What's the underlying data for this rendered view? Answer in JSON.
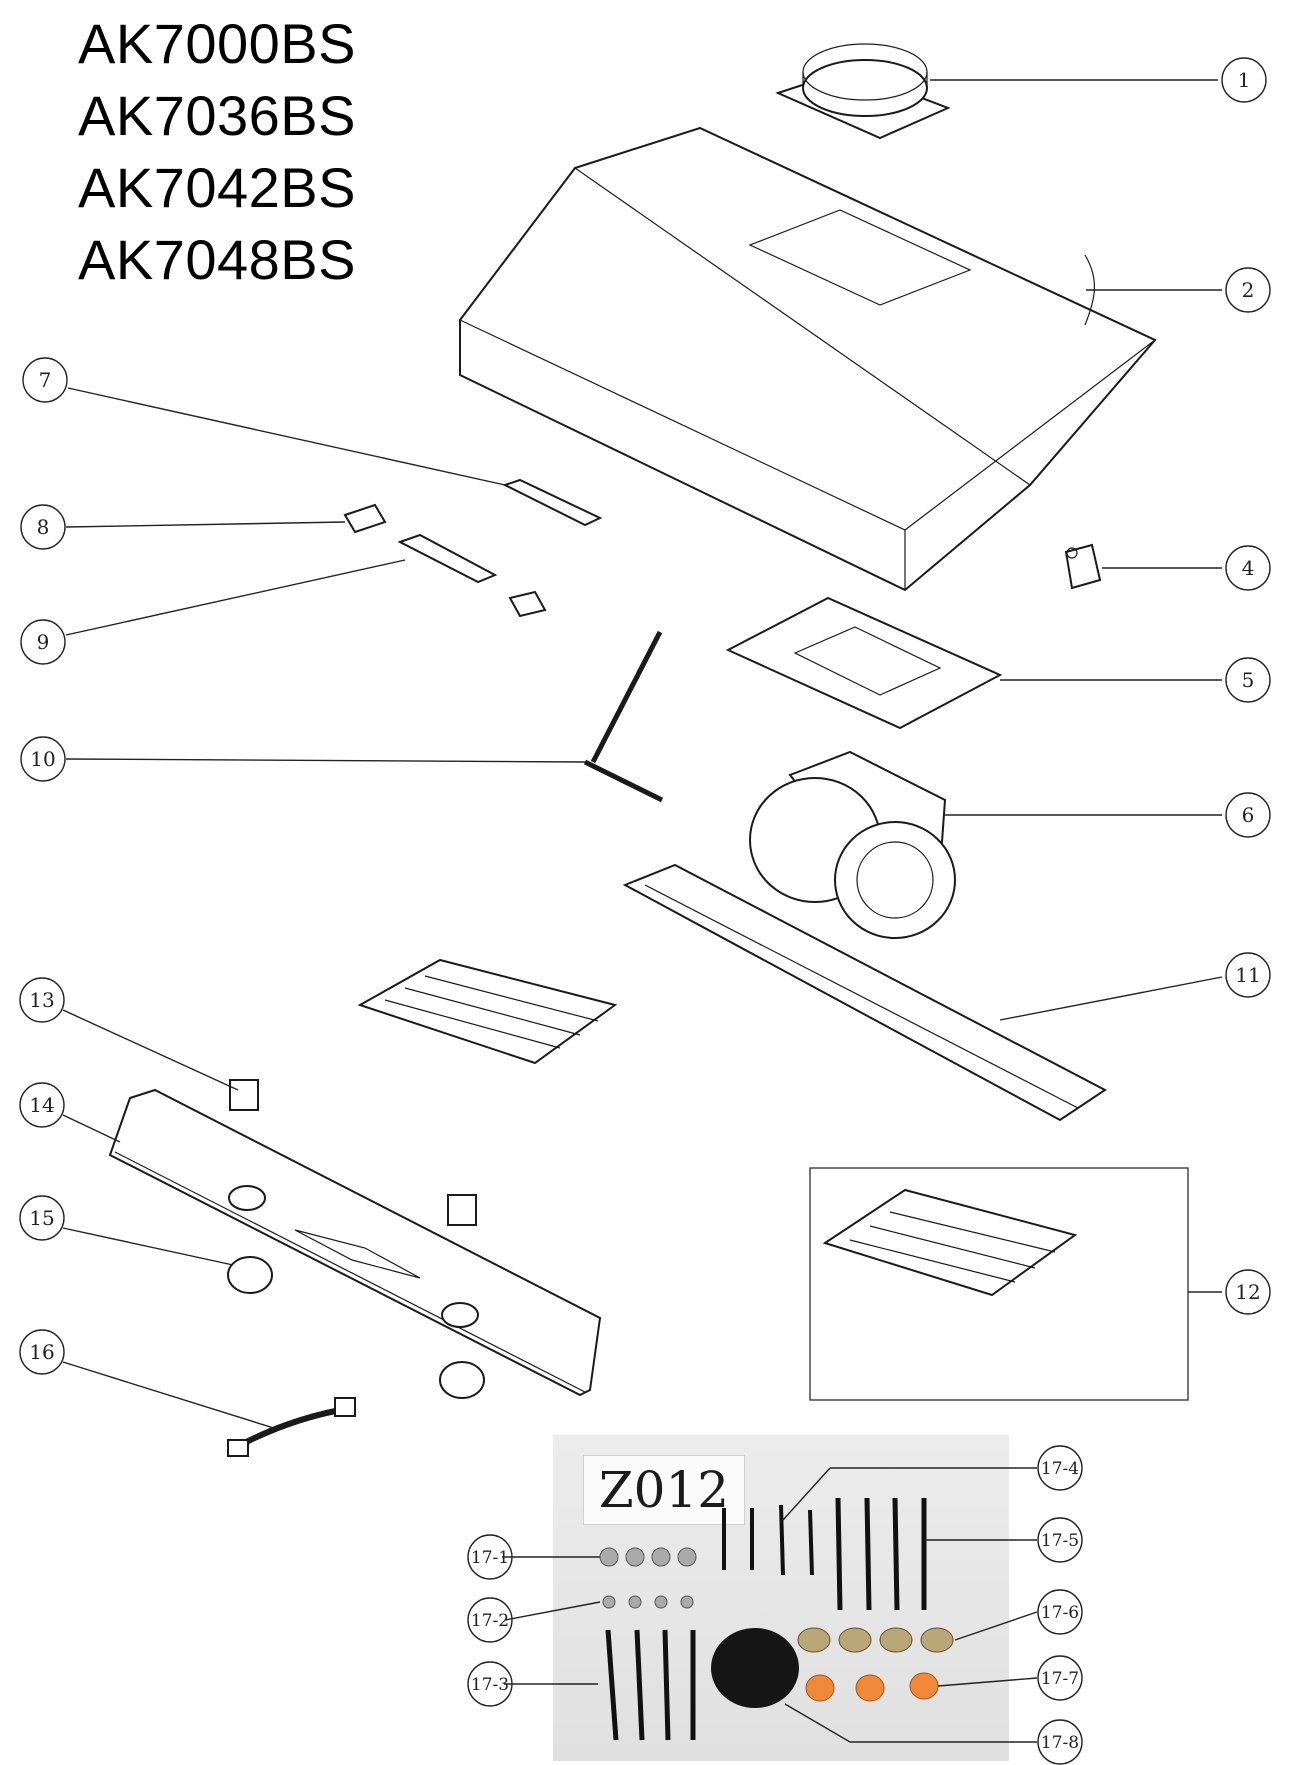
{
  "models": [
    "AK7000BS",
    "AK7036BS",
    "AK7042BS",
    "AK7048BS"
  ],
  "callouts": [
    "1",
    "2",
    "4",
    "5",
    "6",
    "7",
    "8",
    "9",
    "10",
    "11",
    "12",
    "13",
    "14",
    "15",
    "16"
  ],
  "kit": {
    "label": "Z012",
    "items": [
      "17-1",
      "17-2",
      "17-3",
      "17-4",
      "17-5",
      "17-6",
      "17-7",
      "17-8"
    ]
  }
}
